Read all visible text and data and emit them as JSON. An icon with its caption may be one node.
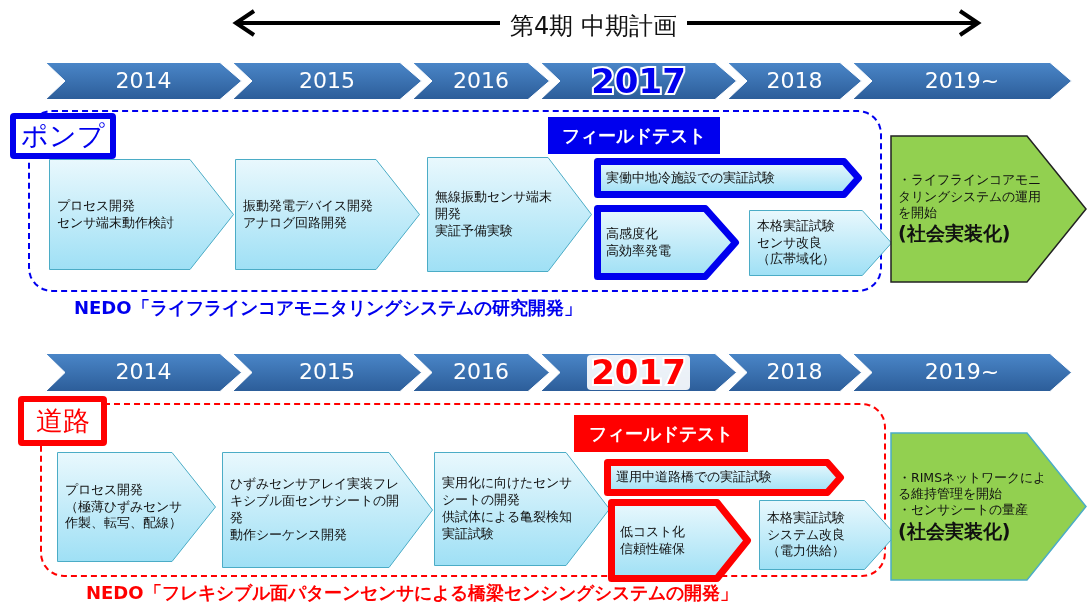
{
  "diagram": {
    "nodes": [
      {
        "text": [
          "2014"
        ]
      },
      {
        "text": [
          "2015"
        ]
      },
      {
        "text": [
          "2016"
        ]
      },
      {
        "text": [
          "2017"
        ]
      },
      {
        "text": [
          "2018"
        ]
      },
      {
        "text": [
          "2019~"
        ]
      },
      {
        "text": [],
        "shape": "box",
        "beside": [
          "NEDO「ライフラインコアモニタリングシステムの研究開発」"
        ]
      },
      {
        "text": [
          "ポンプ"
        ]
      },
      {
        "text": [
          "フィールドテスト"
        ],
        "in": 6
      },
      {
        "text": [
          "プロセス開発",
          "センサ端末動作検討"
        ],
        "in": 6
      },
      {
        "text": [
          "振動発電デバイス開発",
          "アナログ回路開発"
        ],
        "in": 6
      },
      {
        "text": [
          "無線振動センサ端末開発",
          "実証予備実験"
        ],
        "in": 6
      },
      {
        "text": [
          "実働中地冷施設での実証試験"
        ],
        "in": 6
      },
      {
        "text": [
          "高感度化",
          "高効率発電"
        ],
        "in": 6
      },
      {
        "text": [
          "本格実証試験",
          "センサ改良",
          "（広帯域化）"
        ],
        "in": 6
      },
      {
        "text": [
          "・ライフラインコアモニタリングシステムの運用を開始",
          "(社会実装化)"
        ]
      },
      {
        "text": [
          "2014"
        ]
      },
      {
        "text": [
          "2015"
        ]
      },
      {
        "text": [
          "2016"
        ]
      },
      {
        "text": [
          "2017"
        ]
      },
      {
        "text": [
          "2018"
        ]
      },
      {
        "text": [
          "2019~"
        ]
      },
      {
        "text": [],
        "shape": "box",
        "beside": [
          "NEDO「フレキシブル面パターンセンサによる橋梁センシングシステムの開発」"
        ]
      },
      {
        "text": [
          "道路"
        ]
      },
      {
        "text": [
          "フィールドテスト"
        ],
        "in": 22
      },
      {
        "text": [
          "プロセス開発",
          "（極薄ひずみセンサ作製、転写、配線）"
        ],
        "in": 22
      },
      {
        "text": [
          "ひずみセンサアレイ実装フレキシブル面センサシートの開発",
          "動作シーケンス開発"
        ],
        "in": 22
      },
      {
        "text": [
          "実用化に向けたセンサシートの開発",
          "供試体による亀裂検知実証試験"
        ],
        "in": 22
      },
      {
        "text": [
          "運用中道路橋での実証試験"
        ],
        "in": 22
      },
      {
        "text": [
          "低コスト化",
          "信頼性確保"
        ],
        "in": 22
      },
      {
        "text": [
          "本格実証試験",
          "システム改良",
          "（電力供給）"
        ],
        "in": 22
      },
      {
        "text": [
          "・RIMSネットワークによる維持管理を開始",
          "・センサシートの量産",
          "(社会実装化)"
        ]
      }
    ],
    "labels": [
      "第4期 中期計画"
    ]
  }
}
